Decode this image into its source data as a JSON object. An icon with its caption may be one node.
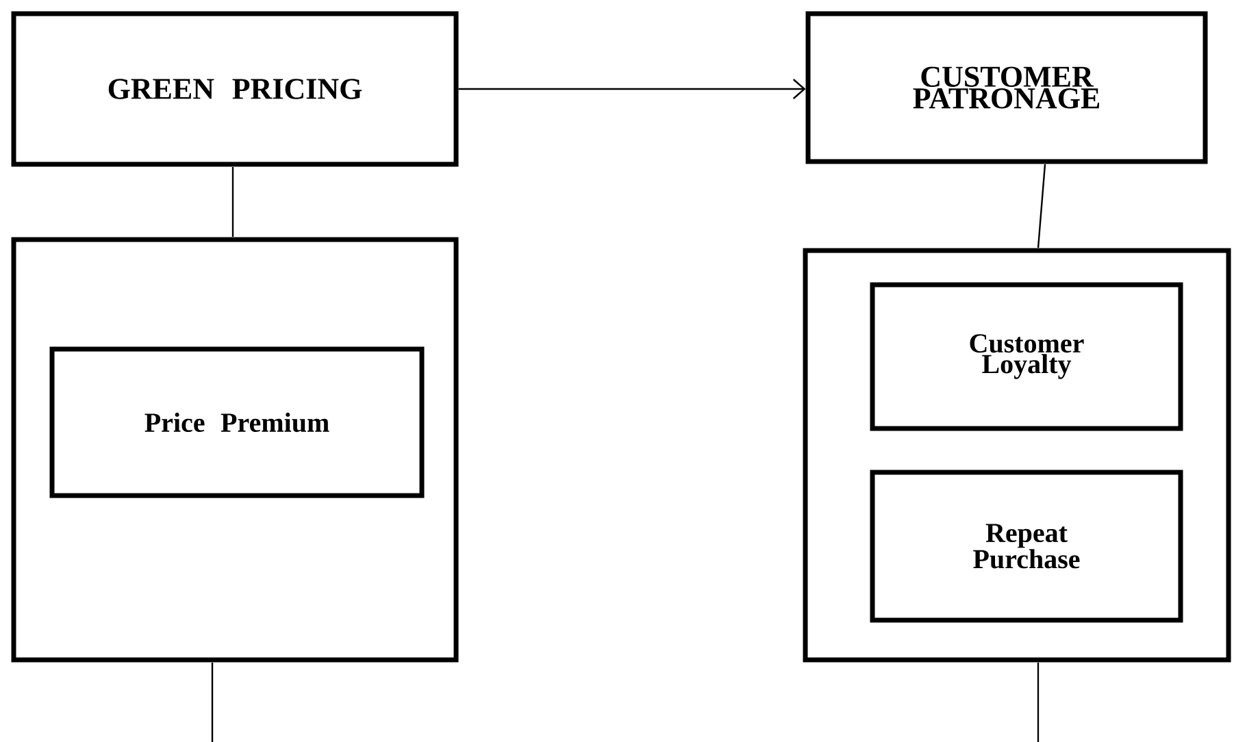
{
  "diagram": {
    "nodes": [
      {
        "text": [
          "GREEN PRICING"
        ]
      },
      {
        "text": [
          "CUSTOMER PATRONAGE"
        ]
      },
      {
        "text": [],
        "shape": "box"
      },
      {
        "text": [
          "Price Premium"
        ],
        "in": 2
      },
      {
        "text": [],
        "shape": "box"
      },
      {
        "text": [
          "Customer Loyalty"
        ],
        "in": 4
      },
      {
        "text": [
          "Repeat Purchase"
        ],
        "in": 4
      }
    ],
    "edges": [
      {
        "from": 0,
        "to": 1,
        "arrow": "to"
      },
      {
        "from": 0,
        "to": 2,
        "arrow": "none"
      },
      {
        "from": 1,
        "to": 4,
        "arrow": "none"
      },
      {
        "from": 2,
        "to": null,
        "arrow": "none"
      },
      {
        "from": 4,
        "to": null,
        "arrow": "none"
      }
    ]
  }
}
